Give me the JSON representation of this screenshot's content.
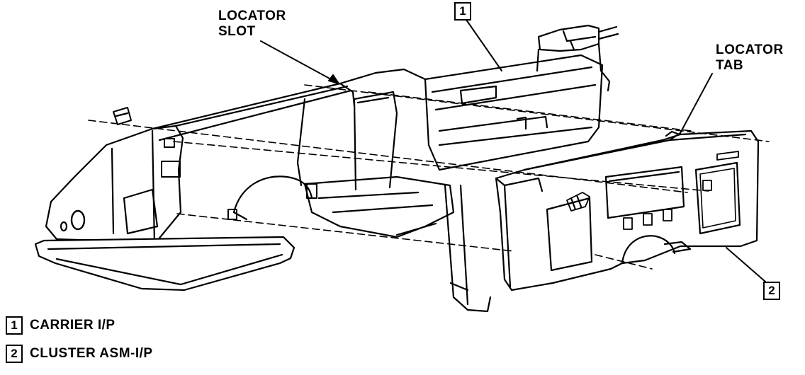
{
  "diagram": {
    "labels": {
      "locator_slot": [
        "LOCATOR",
        "SLOT"
      ],
      "locator_tab": [
        "LOCATOR",
        "TAB"
      ]
    },
    "callouts": [
      {
        "number": "1",
        "part": "CARRIER I/P"
      },
      {
        "number": "2",
        "part": "CLUSTER ASM-I/P"
      }
    ]
  }
}
